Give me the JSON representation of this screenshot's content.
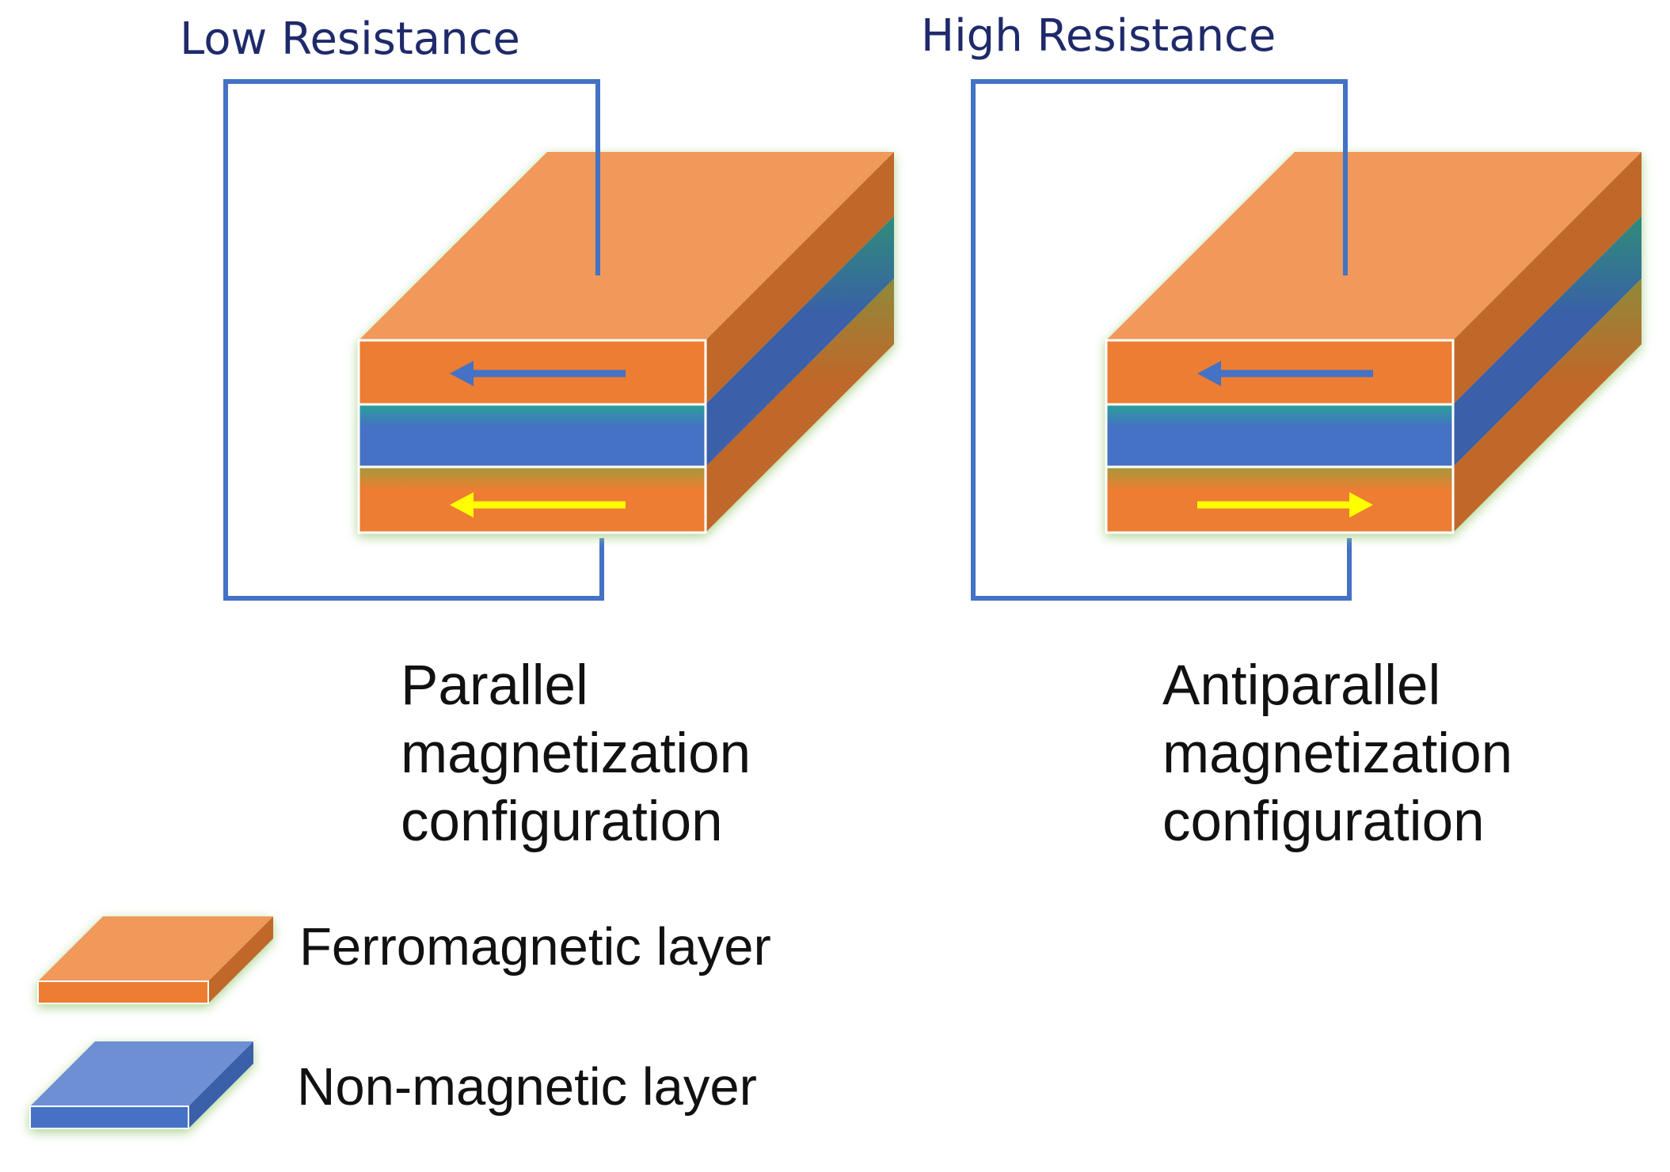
{
  "left_panel": {
    "title": "Low Resistance",
    "caption_lines": [
      "Parallel",
      "magnetization",
      "configuration"
    ],
    "top_arrow_direction": "left",
    "bottom_arrow_direction": "left"
  },
  "right_panel": {
    "title": "High Resistance",
    "caption_lines": [
      "Antiparallel",
      "magnetization",
      "configuration"
    ],
    "top_arrow_direction": "left",
    "bottom_arrow_direction": "right"
  },
  "legend": {
    "ferromagnetic_label": "Ferromagnetic layer",
    "nonmagnetic_label": "Non-magnetic layer"
  },
  "colors": {
    "ferro_front": "#ed7d31",
    "ferro_top": "#f0995a",
    "ferro_side": "#c0672a",
    "nonmag_front": "#4472c4",
    "nonmag_top": "#6e8fd4",
    "nonmag_side": "#3a5fa8",
    "wire": "#4472c4",
    "top_arrow": "#4472c4",
    "bottom_arrow": "#ffff00",
    "glow": "#a9d18e"
  }
}
